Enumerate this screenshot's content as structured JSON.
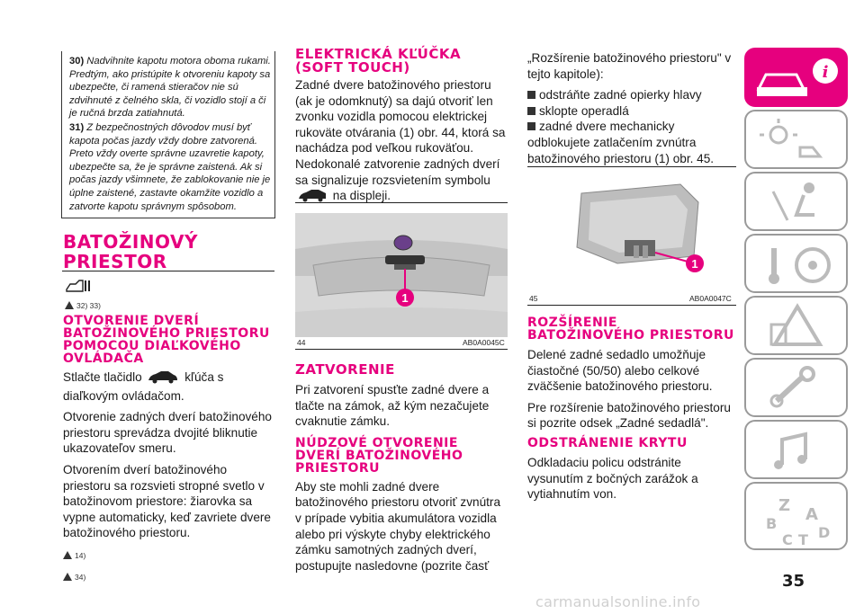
{
  "warning_box": {
    "n30": "30)",
    "t30": "Nadvihnite kapotu motora oboma rukami. Predtým, ako pristúpite k otvoreniu kapoty sa ubezpečte, či ramená stieračov nie sú zdvihnuté z čelného skla, či vozidlo stojí a či je ručná brzda zatiahnutá.",
    "n31": "31)",
    "t31": "Z bezpečnostných dôvodov musí byť kapota počas jazdy vždy dobre zatvorená. Preto vždy overte správne uzavretie kapoty, ubezpečte sa, že je správne zaistená. Ak si počas jazdy všimnete, že zablokovanie nie je úplne zaistené, zastavte okamžite vozidlo a zatvorte kapotu správnym spôsobom."
  },
  "col1": {
    "title": "BATOŽINOVÝ PRIESTOR",
    "refs_top": "32) 33)",
    "h_open": "OTVORENIE DVERÍ BATOŽINOVÉHO PRIESTORU POMOCOU DIAĽKOVÉHO OVLÁDAČA",
    "p1a": "Stlačte tlačidlo",
    "p1b": "kľúča s diaľkovým ovládačom.",
    "p2": "Otvorenie zadných dverí batožinového priestoru sprevádza dvojité bliknutie ukazovateľov smeru.",
    "p3": "Otvorením dverí batožinového priestoru sa rozsvieti stropné svetlo v batožinovom priestore: žiarovka sa vypne automaticky, keď zavriete dvere batožinového priestoru.",
    "ref14": "14)",
    "ref34": "34)"
  },
  "col2": {
    "h_key": "ELEKTRICKÁ KĽÚČKA (SOFT TOUCH)",
    "p_key": "Zadné dvere batožinového priestoru (ak je odomknutý) sa dajú otvoriť len zvonku vozidla pomocou elektrickej rukoväte otvárania (1) obr. 44, ktorá sa nachádza pod veľkou rukoväťou. Nedokonalé zatvorenie zadných dverí sa signalizuje rozsvietením symbolu",
    "p_key_end": "na displeji.",
    "fig_no": "44",
    "fig_code": "AB0A0045C",
    "fig_callout": "1",
    "h_close": "ZATVORENIE",
    "p_close": "Pri zatvorení spusťte zadné dvere a tlačte na zámok, až kým nezačujete cvaknutie zámku.",
    "h_emerg": "NÚDZOVÉ OTVORENIE DVERÍ BATOŽINOVÉHO PRIESTORU",
    "p_emerg": "Aby ste mohli zadné dvere batožinového priestoru otvoriť zvnútra v prípade vybitia akumulátora vozidla alebo pri výskyte chyby elektrického zámku samotných zadných dverí, postupujte nasledovne (pozrite časť"
  },
  "col3": {
    "p_intro": "„Rozšírenie batožinového priestoru\" v tejto kapitole):",
    "b1": "odstráňte zadné opierky hlavy",
    "b2": "sklopte operadlá",
    "b3": "zadné dvere mechanicky odblokujete zatlačením zvnútra batožinového priestoru (1) obr. 45.",
    "fig_no": "45",
    "fig_code": "AB0A0047C",
    "fig_callout": "1",
    "h_ext": "ROZŠÍRENIE BATOŽINOVÉHO PRIESTORU",
    "p_ext1": "Delené zadné sedadlo umožňuje čiastočné (50/50) alebo celkové zväčšenie batožinového priestoru.",
    "p_ext2": "Pre rozšírenie batožinového priestoru si pozrite odsek „Zadné sedadlá\".",
    "h_cover": "ODSTRÁNENIE KRYTU",
    "p_cover": "Odkladaciu policu odstránite vysunutím z bočných zarážok a vytiahnutím von."
  },
  "side_tabs": [
    "car-info-icon",
    "dashboard-lights-icon",
    "airbag-seat-icon",
    "steering-key-icon",
    "warning-triangle-icon",
    "wrench-icon",
    "index-letters-icon"
  ],
  "index_letters": [
    "Z",
    "A",
    "B",
    "C",
    "T",
    "D"
  ],
  "page_number": "35",
  "footer": "carmanualsonline.info",
  "colors": {
    "accent": "#e6007e",
    "tab_border": "#9a9a9a"
  }
}
